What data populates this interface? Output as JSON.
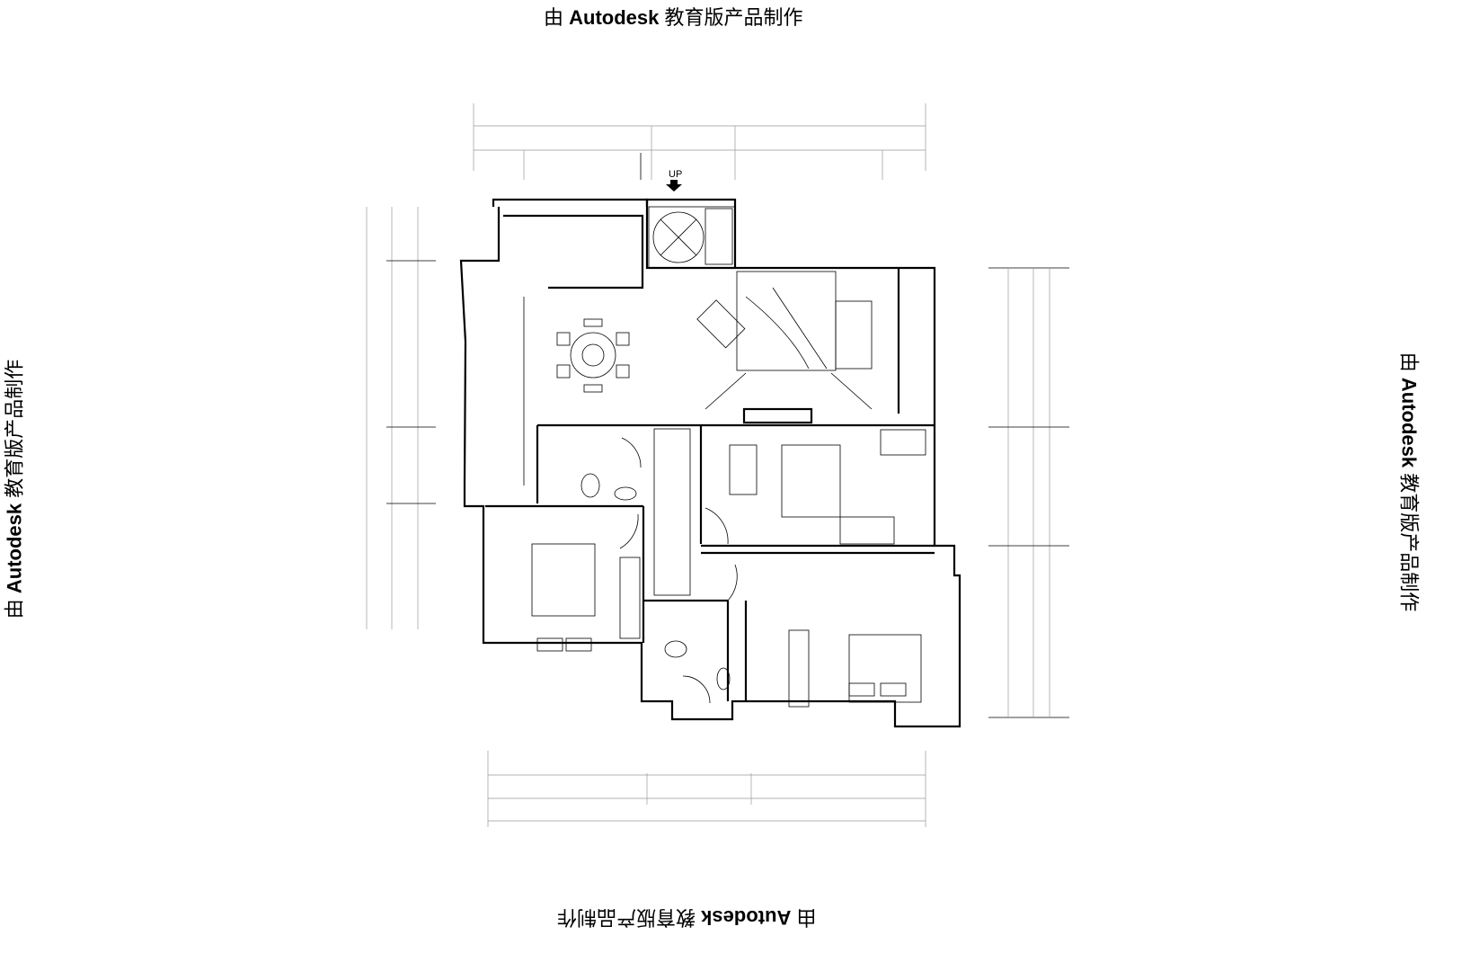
{
  "watermark": {
    "text": "由 Autodesk 教育版产品制作",
    "prefix": "由 ",
    "brand": "Autodesk",
    "suffix": " 教育版产品制作"
  },
  "plan": {
    "entry_label": "UP"
  }
}
